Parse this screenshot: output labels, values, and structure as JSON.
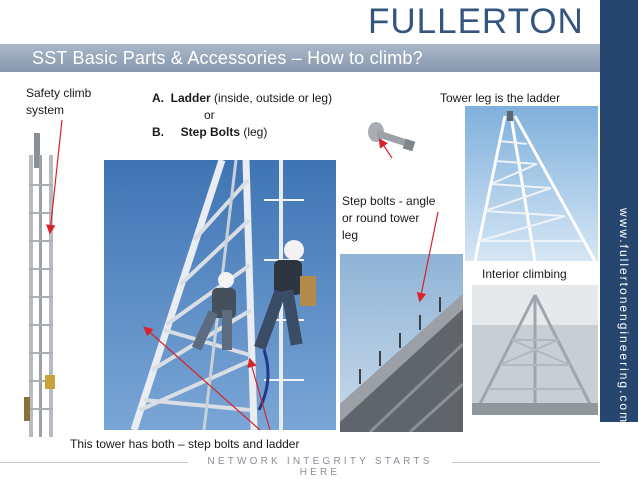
{
  "brand": {
    "logo_text": "FULLERTON",
    "website": "www.fullertonengineering.com",
    "tagline": "NETWORK INTEGRITY STARTS HERE"
  },
  "slide": {
    "title": "SST Basic Parts & Accessories – How to climb?",
    "safety_label_line1": "Safety climb",
    "safety_label_line2": "system",
    "option_a_letter": "A.",
    "option_a_bold": "Ladder",
    "option_a_rest": " (inside, outside or leg)",
    "option_or": "or",
    "option_b_letter": "B.",
    "option_b_bold": "Step Bolts",
    "option_b_rest": " (leg)",
    "tower_leg_label": "Tower leg is the ladder",
    "step_bolts_line1": "Step bolts - angle",
    "step_bolts_line2": "or round tower",
    "step_bolts_line3": "leg",
    "interior_label": "Interior climbing",
    "bottom_caption": "This tower has both – step bolts and ladder"
  },
  "colors": {
    "brand": "#33557f",
    "side_bar": "#27466f",
    "title_bar": "#8f9fb4",
    "arrow": "#d8232a"
  }
}
